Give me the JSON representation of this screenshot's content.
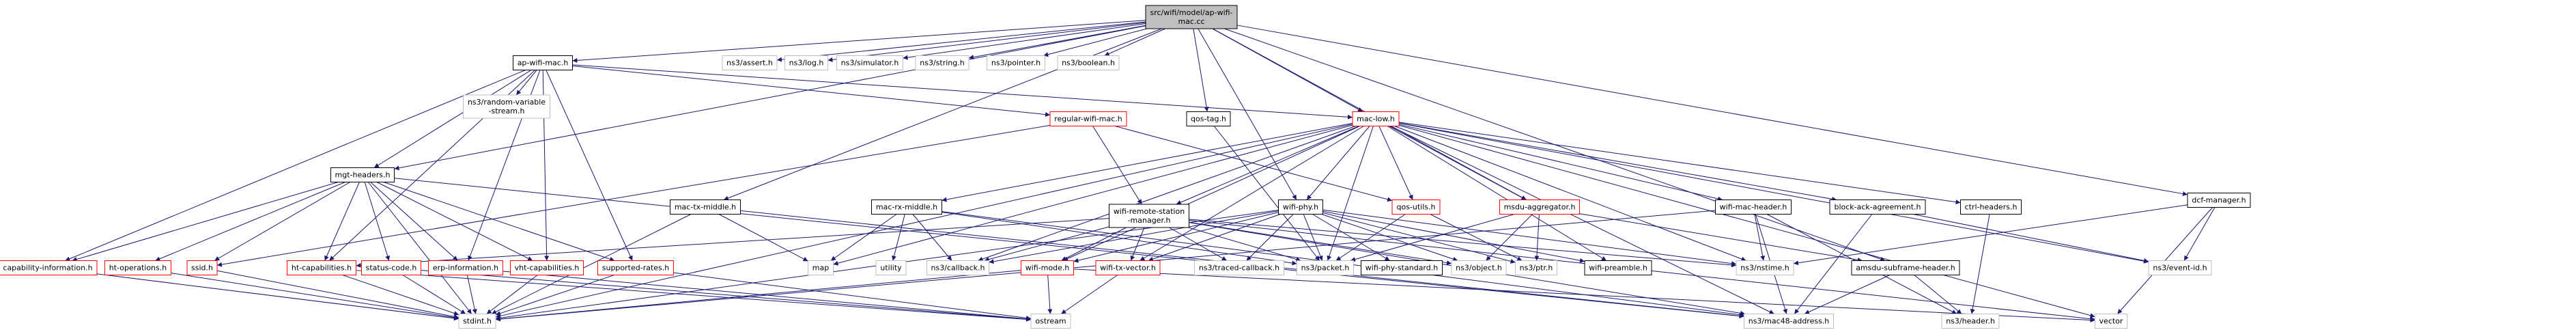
{
  "graph": {
    "title_lines": [
      "src/wifi/model/ap-wifi-",
      "mac.cc"
    ],
    "colors": {
      "root_fill": "#bfbfbf",
      "root_border": "#000000",
      "doc_border": "#ff0000",
      "nodoc_border": "#bfbfbf",
      "edge": "#191970",
      "text": "#000000"
    },
    "nodes": [
      {
        "id": "root",
        "kind": "root",
        "lines": [
          "src/wifi/model/ap-wifi-",
          "mac.cc"
        ]
      },
      {
        "id": "ap_wifi_mac_h",
        "kind": "black",
        "lines": [
          "ap-wifi-mac.h"
        ]
      },
      {
        "id": "ns3_assert_h",
        "kind": "nodoc",
        "lines": [
          "ns3/assert.h"
        ]
      },
      {
        "id": "ns3_log_h",
        "kind": "nodoc",
        "lines": [
          "ns3/log.h"
        ]
      },
      {
        "id": "ns3_simulator_h",
        "kind": "nodoc",
        "lines": [
          "ns3/simulator.h"
        ]
      },
      {
        "id": "ns3_string_h",
        "kind": "nodoc",
        "lines": [
          "ns3/string.h"
        ]
      },
      {
        "id": "ns3_pointer_h",
        "kind": "nodoc",
        "lines": [
          "ns3/pointer.h"
        ]
      },
      {
        "id": "ns3_boolean_h",
        "kind": "nodoc",
        "lines": [
          "ns3/boolean.h"
        ]
      },
      {
        "id": "ns3_random_variable_stream_h",
        "kind": "nodoc",
        "lines": [
          "ns3/random-variable",
          "-stream.h"
        ]
      },
      {
        "id": "regular_wifi_mac_h",
        "kind": "red",
        "lines": [
          "regular-wifi-mac.h"
        ]
      },
      {
        "id": "qos_tag_h",
        "kind": "black",
        "lines": [
          "qos-tag.h"
        ]
      },
      {
        "id": "mac_low_h",
        "kind": "red",
        "lines": [
          "mac-low.h"
        ]
      },
      {
        "id": "dcf_manager_h",
        "kind": "black",
        "lines": [
          "dcf-manager.h"
        ]
      },
      {
        "id": "mgt_headers_h",
        "kind": "black",
        "lines": [
          "mgt-headers.h"
        ]
      },
      {
        "id": "mac_tx_middle_h",
        "kind": "black",
        "lines": [
          "mac-tx-middle.h"
        ]
      },
      {
        "id": "mac_rx_middle_h",
        "kind": "black",
        "lines": [
          "mac-rx-middle.h"
        ]
      },
      {
        "id": "wifi_remote_station_manager_h",
        "kind": "black",
        "lines": [
          "wifi-remote-station",
          "-manager.h"
        ]
      },
      {
        "id": "wifi_phy_h",
        "kind": "black",
        "lines": [
          "wifi-phy.h"
        ]
      },
      {
        "id": "qos_utils_h",
        "kind": "red",
        "lines": [
          "qos-utils.h"
        ]
      },
      {
        "id": "msdu_aggregator_h",
        "kind": "red",
        "lines": [
          "msdu-aggregator.h"
        ]
      },
      {
        "id": "wifi_mac_header_h",
        "kind": "black",
        "lines": [
          "wifi-mac-header.h"
        ]
      },
      {
        "id": "block_ack_agreement_h",
        "kind": "black",
        "lines": [
          "block-ack-agreement.h"
        ]
      },
      {
        "id": "ctrl_headers_h",
        "kind": "black",
        "lines": [
          "ctrl-headers.h"
        ]
      },
      {
        "id": "capability_information_h",
        "kind": "red",
        "lines": [
          "capability-information.h"
        ]
      },
      {
        "id": "ht_operations_h",
        "kind": "red",
        "lines": [
          "ht-operations.h"
        ]
      },
      {
        "id": "ssid_h",
        "kind": "red",
        "lines": [
          "ssid.h"
        ]
      },
      {
        "id": "ht_capabilities_h",
        "kind": "red",
        "lines": [
          "ht-capabilities.h"
        ]
      },
      {
        "id": "status_code_h",
        "kind": "red",
        "lines": [
          "status-code.h"
        ]
      },
      {
        "id": "erp_information_h",
        "kind": "red",
        "lines": [
          "erp-information.h"
        ]
      },
      {
        "id": "vht_capabilities_h",
        "kind": "red",
        "lines": [
          "vht-capabilities.h"
        ]
      },
      {
        "id": "supported_rates_h",
        "kind": "red",
        "lines": [
          "supported-rates.h"
        ]
      },
      {
        "id": "map",
        "kind": "nodoc",
        "lines": [
          "map"
        ]
      },
      {
        "id": "utility",
        "kind": "nodoc",
        "lines": [
          "utility"
        ]
      },
      {
        "id": "ns3_callback_h",
        "kind": "nodoc",
        "lines": [
          "ns3/callback.h"
        ]
      },
      {
        "id": "wifi_mode_h",
        "kind": "red",
        "lines": [
          "wifi-mode.h"
        ]
      },
      {
        "id": "wifi_tx_vector_h",
        "kind": "red",
        "lines": [
          "wifi-tx-vector.h"
        ]
      },
      {
        "id": "ns3_traced_callback_h",
        "kind": "nodoc",
        "lines": [
          "ns3/traced-callback.h"
        ]
      },
      {
        "id": "ns3_packet_h",
        "kind": "nodoc",
        "lines": [
          "ns3/packet.h"
        ]
      },
      {
        "id": "wifi_phy_standard_h",
        "kind": "black",
        "lines": [
          "wifi-phy-standard.h"
        ]
      },
      {
        "id": "ns3_object_h",
        "kind": "nodoc",
        "lines": [
          "ns3/object.h"
        ]
      },
      {
        "id": "ns3_ptr_h",
        "kind": "nodoc",
        "lines": [
          "ns3/ptr.h"
        ]
      },
      {
        "id": "wifi_preamble_h",
        "kind": "black",
        "lines": [
          "wifi-preamble.h"
        ]
      },
      {
        "id": "ns3_nstime_h",
        "kind": "nodoc",
        "lines": [
          "ns3/nstime.h"
        ]
      },
      {
        "id": "amsdu_subframe_header_h",
        "kind": "black",
        "lines": [
          "amsdu-subframe-header.h"
        ]
      },
      {
        "id": "ns3_event_id_h",
        "kind": "nodoc",
        "lines": [
          "ns3/event-id.h"
        ]
      },
      {
        "id": "stdint_h",
        "kind": "nodoc",
        "lines": [
          "stdint.h"
        ]
      },
      {
        "id": "ostream",
        "kind": "nodoc",
        "lines": [
          "ostream"
        ]
      },
      {
        "id": "ns3_mac48_address_h",
        "kind": "nodoc",
        "lines": [
          "ns3/mac48-address.h"
        ]
      },
      {
        "id": "ns3_header_h",
        "kind": "nodoc",
        "lines": [
          "ns3/header.h"
        ]
      },
      {
        "id": "vector",
        "kind": "nodoc",
        "lines": [
          "vector"
        ]
      }
    ]
  }
}
